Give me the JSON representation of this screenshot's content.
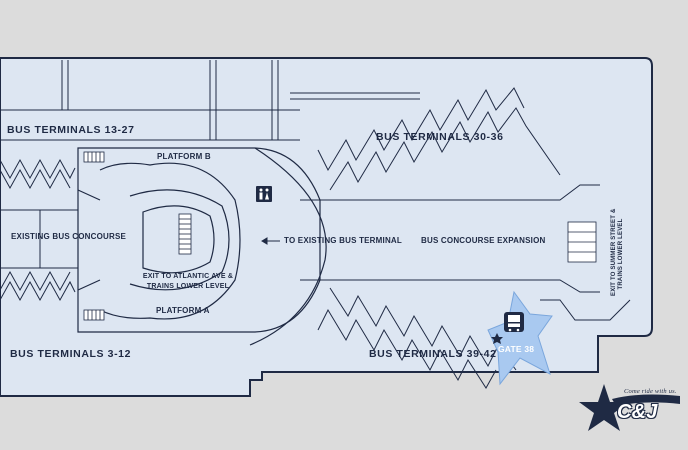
{
  "colors": {
    "background": "#dcdcdc",
    "floor": "#dde6f2",
    "wall": "#1f2a44",
    "star": "#a9c9f0",
    "brand": "#1f2a44"
  },
  "labels": {
    "bus_terminals_13_27": "BUS TERMINALS 13-27",
    "bus_terminals_30_36": "BUS TERMINALS 30-36",
    "bus_terminals_3_12": "BUS TERMINALS 3-12",
    "bus_terminals_39_42": "BUS TERMINALS 39-42",
    "platform_b": "PLATFORM B",
    "platform_a": "PLATFORM A",
    "existing_bus_concourse": "EXISTING BUS CONCOURSE",
    "to_existing_bus_terminal": "TO EXISTING BUS TERMINAL",
    "bus_concourse_expansion": "BUS CONCOURSE EXPANSION",
    "exit_atlantic_line1": "EXIT TO ATLANTIC AVE &",
    "exit_atlantic_line2": "TRAINS LOWER LEVEL",
    "exit_summer_line1": "EXIT TO SUMMER STREET &",
    "exit_summer_line2": "TRAINS LOWER LEVEL",
    "gate": "GATE 38"
  },
  "icons": {
    "restroom": "restroom-icon",
    "bus": "bus-icon",
    "arrow": "arrow-left-icon",
    "stairs": "stairs-icon"
  },
  "logo": {
    "tagline": "Come ride with us.",
    "wordmark": "C&J"
  }
}
